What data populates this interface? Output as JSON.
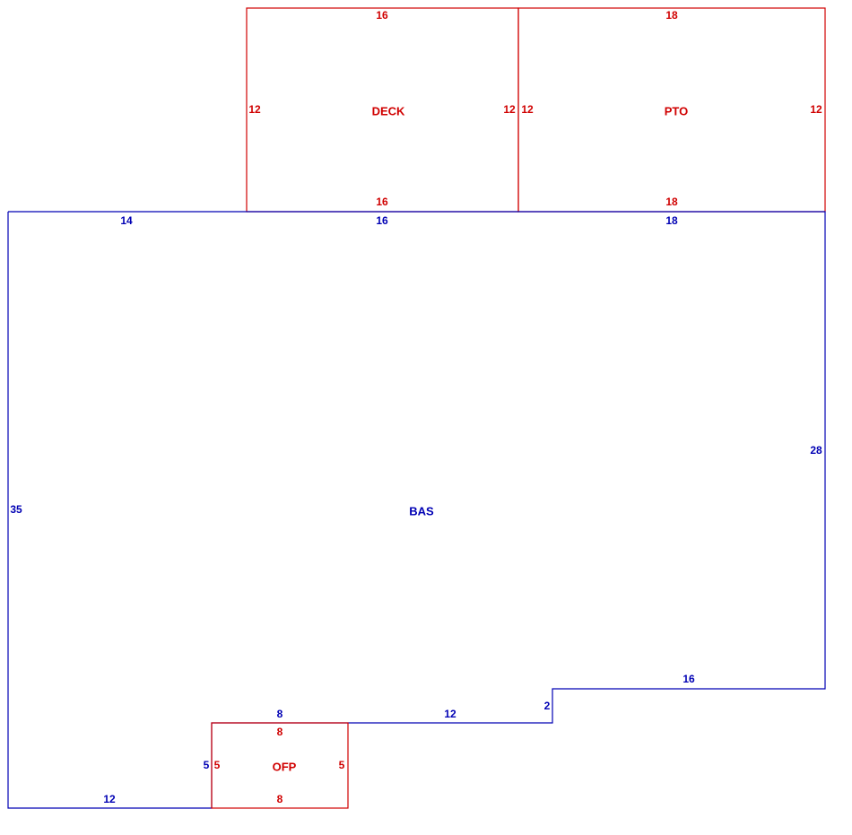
{
  "colors": {
    "main": "#0000b4",
    "addition": "#d00000"
  },
  "areas": {
    "deck": {
      "name": "DECK",
      "top": "16",
      "bottom": "16",
      "left": "12",
      "right": "12"
    },
    "pto": {
      "name": "PTO",
      "top": "18",
      "bottom": "18",
      "left": "12",
      "right": "12"
    },
    "bas": {
      "name": "BAS",
      "top_segment_1": "14",
      "top_segment_2": "16",
      "top_segment_3": "18",
      "left": "35",
      "right": "28",
      "lower_right": "16",
      "step": "2",
      "lower_middle": "12",
      "ofp_top": "8",
      "ofp_side": "5",
      "lower_left": "12"
    },
    "ofp": {
      "name": "OFP",
      "top": "8",
      "bottom": "8",
      "left": "5",
      "right": "5"
    }
  }
}
